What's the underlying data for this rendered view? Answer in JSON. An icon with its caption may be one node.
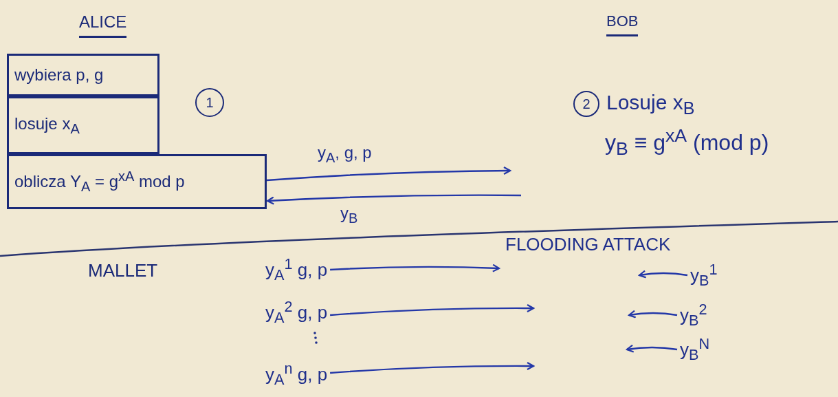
{
  "diagram": {
    "nodes": [
      {
        "text": [
          "wybiera p, g"
        ]
      },
      {
        "text": [
          "losuje x$_{A}$"
        ]
      },
      {
        "text": [
          "oblicza Y$_{A}$ = g$^{xA}$ mod p"
        ]
      },
      {
        "text": [
          "1"
        ]
      },
      {
        "text": [
          "2"
        ]
      },
      {
        "text": [
          "y$_{A}$$^{1}$ g, p"
        ]
      },
      {
        "text": [
          "y$_{B}$$^{1}$"
        ]
      },
      {
        "text": [
          "y$_{A}$$^{2}$ g, p"
        ]
      },
      {
        "text": [
          "y$_{B}$$^{2}$"
        ]
      },
      {
        "text": [
          "y$_{B}$$^{N}$"
        ]
      },
      {
        "text": [
          "y$_{A}$$^{n}$ g, p"
        ]
      }
    ],
    "edges": [
      {
        "from": 2,
        "to": null,
        "arrow": "to",
        "label": "y$_{A}$, g, p"
      },
      {
        "from": null,
        "to": 2,
        "arrow": "to",
        "label": "y$_{B}$"
      },
      {
        "from": 5,
        "to": null,
        "arrow": "to"
      },
      {
        "from": 7,
        "to": null,
        "arrow": "to"
      },
      {
        "from": 10,
        "to": null,
        "arrow": "to"
      },
      {
        "from": 6,
        "to": null,
        "arrow": "to"
      },
      {
        "from": 8,
        "to": null,
        "arrow": "to"
      },
      {
        "from": 9,
        "to": null,
        "arrow": "to"
      }
    ],
    "labels": [
      "ALICE",
      "BOB",
      "Losuje x$_{B}$",
      "y$_{B}$ ≡ g$^{xA}$ (mod p)",
      "MALLET",
      "FLOODING ATTACK"
    ]
  }
}
